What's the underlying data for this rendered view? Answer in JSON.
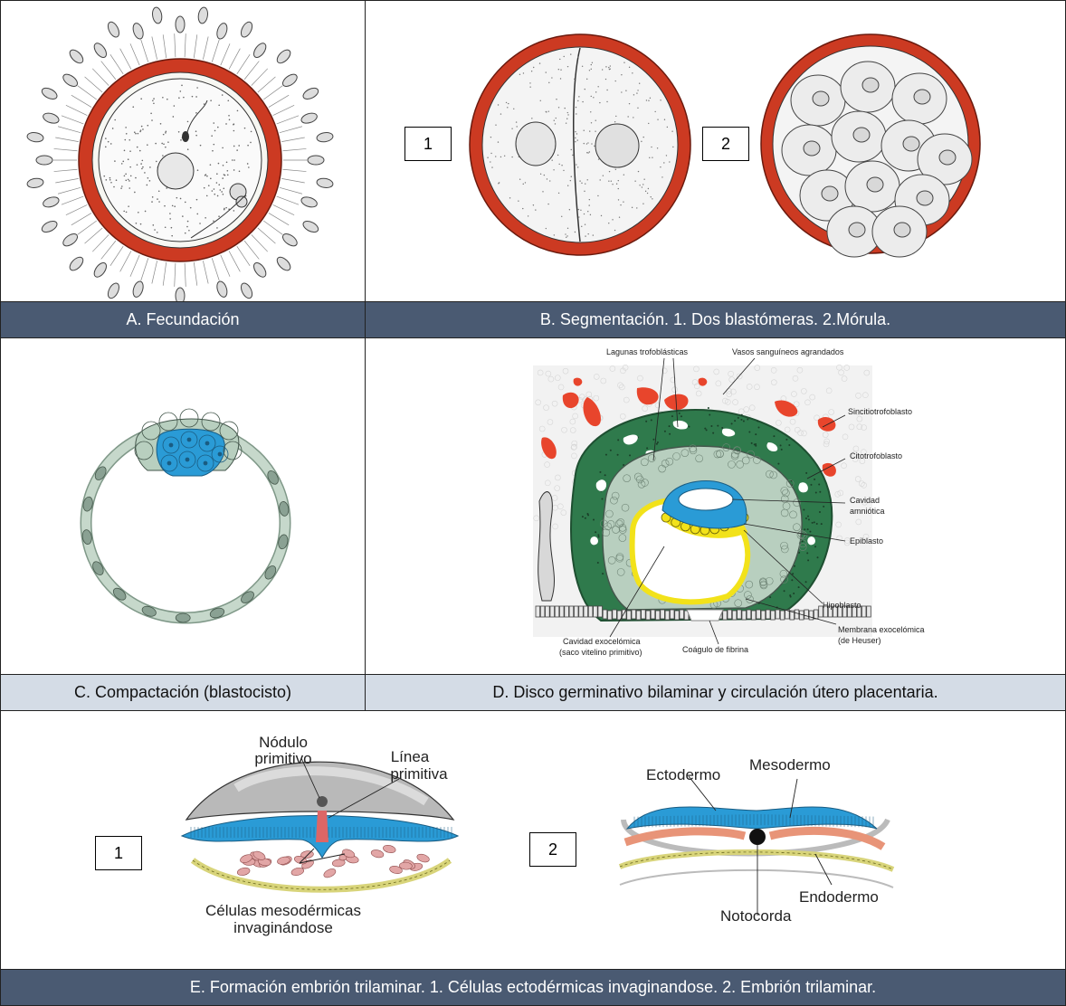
{
  "panelA": {
    "caption": "A. Fecundación"
  },
  "panelB": {
    "caption": "B. Segmentación. 1. Dos blastómeras. 2.Mórula.",
    "label1": "1",
    "label2": "2"
  },
  "panelC": {
    "caption": "C. Compactación (blastocisto)"
  },
  "panelD": {
    "caption": "D. Disco germinativo bilaminar y circulación útero placentaria.",
    "labels": {
      "lagunas": "Lagunas trofoblásticas",
      "vasos": "Vasos sanguíneos agrandados",
      "sincitio": "Sincitiotrofoblasto",
      "citotro": "Citotrofoblasto",
      "cavidad1": "Cavidad",
      "cavidad2": "amniótica",
      "epiblasto": "Epiblasto",
      "hipoblasto": "Hipoblasto",
      "membrana1": "Membrana exocelómica",
      "membrana2": "(de Heuser)",
      "exocel1": "Cavidad exocelómica",
      "exocel2": "(saco vitelino primitivo)",
      "coagulo": "Coágulo de fibrina"
    }
  },
  "panelE": {
    "caption": "E. Formación embrión trilaminar. 1. Células ectodérmicas invaginandose. 2. Embrión trilaminar.",
    "label1": "1",
    "label2": "2",
    "labels": {
      "nodulo1": "Nódulo",
      "nodulo2": "primitivo",
      "linea1": "Línea",
      "linea2": "primitiva",
      "celulas1": "Células mesodérmicas",
      "celulas2": "invaginándose",
      "ectodermo": "Ectodermo",
      "mesodermo": "Mesodermo",
      "endodermo": "Endodermo",
      "notocorda": "Notocorda"
    }
  },
  "colors": {
    "zona": "#cc3a22",
    "caption_dark": "#4a5a72",
    "caption_light": "#d4dce6",
    "blue": "#2a9bd6",
    "pale_green": "#b8cfbf",
    "dark_green": "#2f7a4c",
    "yellow": "#f2e21a"
  }
}
